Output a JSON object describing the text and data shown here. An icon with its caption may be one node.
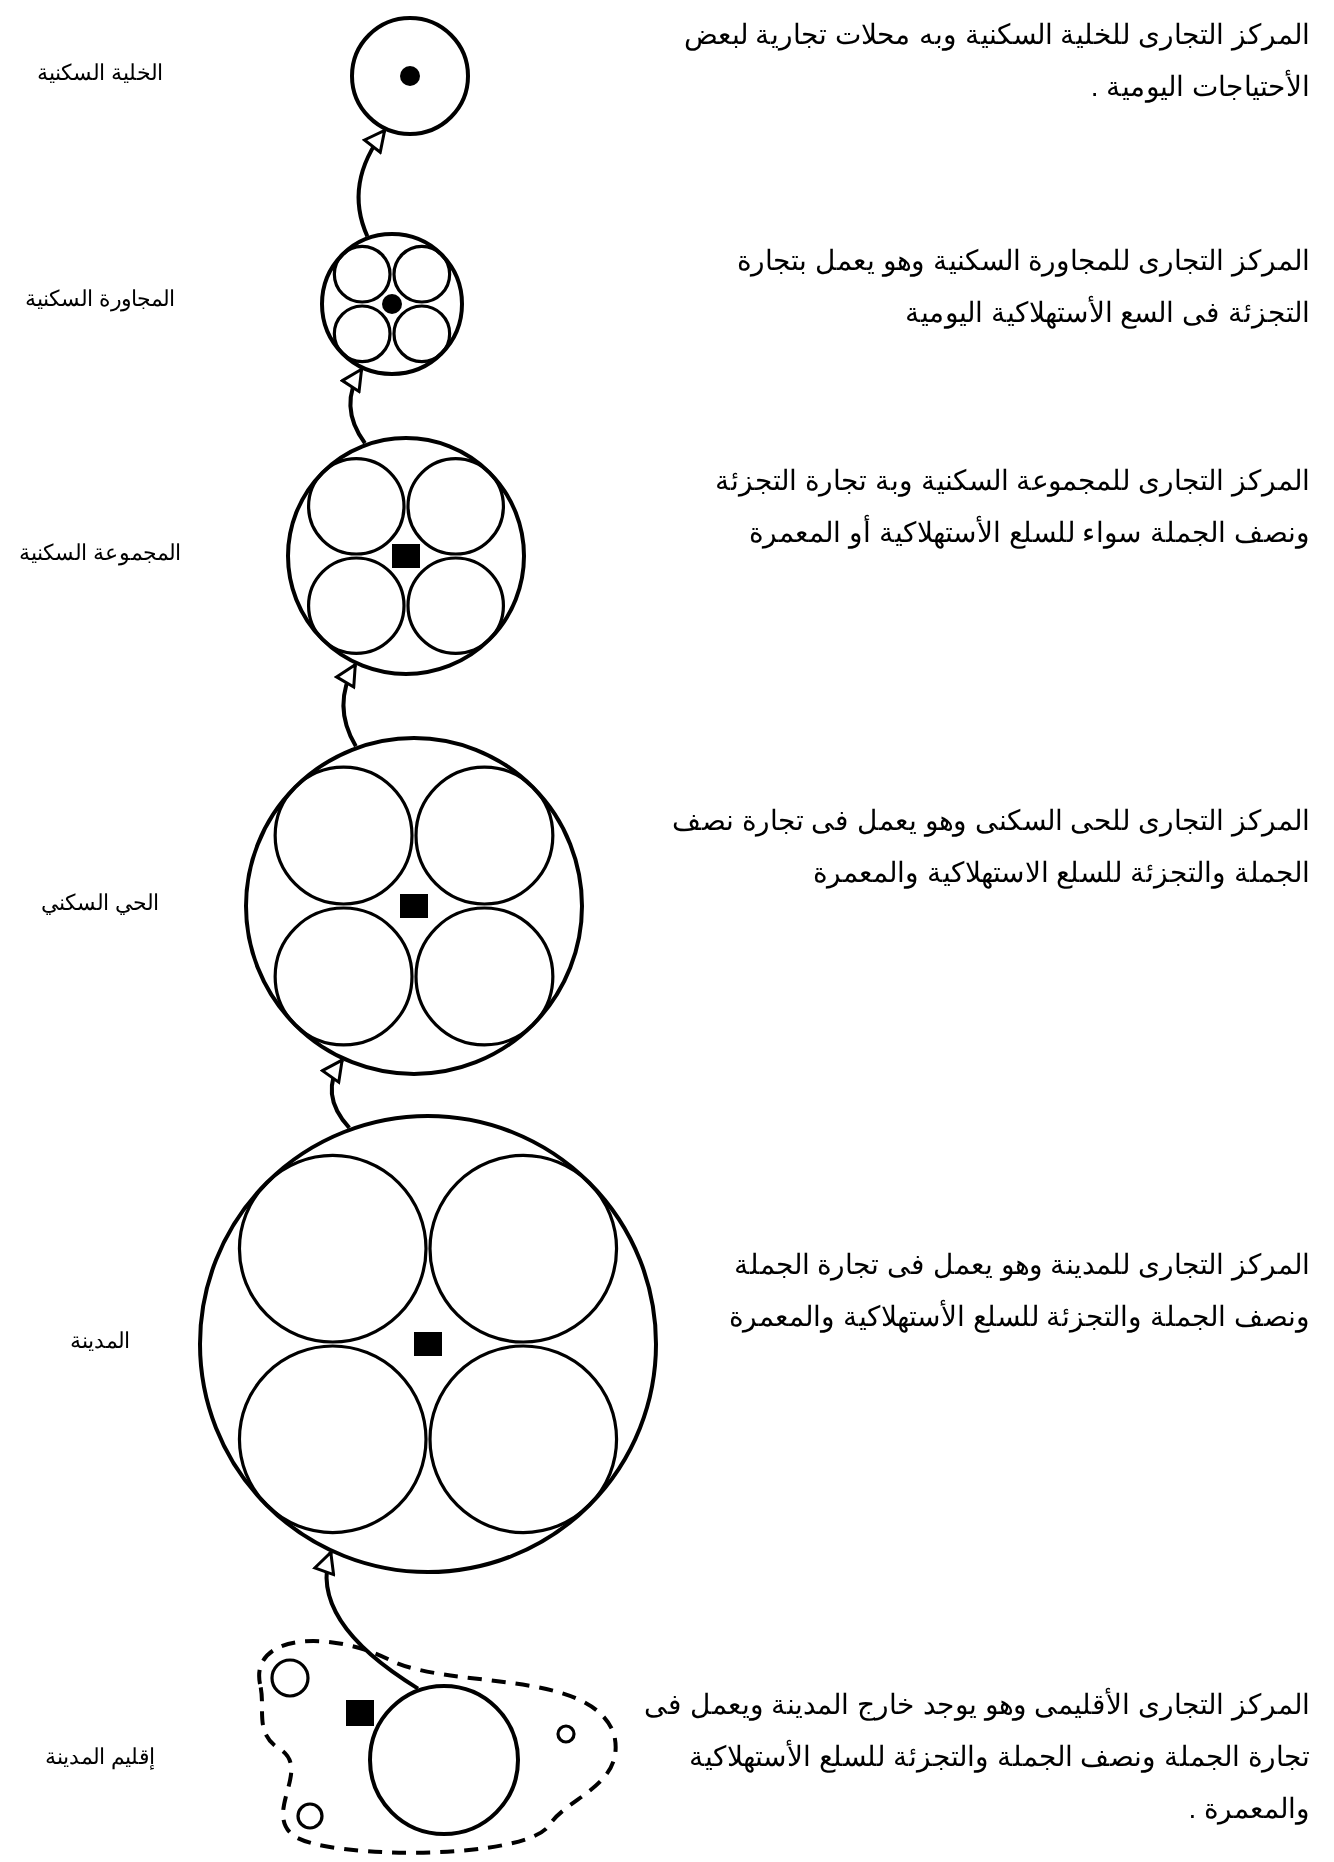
{
  "diagram": {
    "nodes": [
      {
        "text": [],
        "shape": "circle"
      },
      {
        "text": [],
        "shape": "circle"
      },
      {
        "text": [],
        "shape": "circle"
      },
      {
        "text": [],
        "shape": "circle"
      },
      {
        "text": [],
        "shape": "circle"
      },
      {
        "text": [],
        "shape": "cloud"
      },
      {
        "text": [],
        "shape": "circle",
        "in": 5
      }
    ],
    "edges": [
      {
        "from": 1,
        "to": 0,
        "arrow": "to"
      },
      {
        "from": 2,
        "to": 1,
        "arrow": "to"
      },
      {
        "from": 3,
        "to": 2,
        "arrow": "to"
      },
      {
        "from": 4,
        "to": 3,
        "arrow": "to"
      },
      {
        "from": 6,
        "to": 4,
        "arrow": "to"
      }
    ],
    "labels": [
      "المركز التجارى للخلية السكنية وبه محلات تجارية لبعض الأحتياجات اليومية .",
      "الخلية السكنية",
      "المركز التجارى للمجاورة السكنية وهو يعمل بتجارة التجزئة فى السع الأستهلاكية اليومية",
      "المجاورة السكنية",
      "المركز التجارى للمجموعة السكنية وبة تجارة التجزئة ونصف الجملة سواء للسلع الأستهلاكية أو المعمرة",
      "المجموعة السكنية",
      "المركز التجارى للحى السكنى وهو يعمل فى تجارة نصف الجملة والتجزئة للسلع الاستهلاكية والمعمرة",
      "الحي السكني",
      "المركز التجارى للمدينة وهو يعمل فى تجارة الجملة ونصف الجملة والتجزئة للسلع الأستهلاكية والمعمرة",
      "المدينة",
      "المركز التجارى الأقليمى وهو يوجد خارج المدينة ويعمل فى تجارة الجملة ونصف الجملة والتجزئة للسلع الأستهلاكية والمعمرة .",
      "إقليم المدينة"
    ]
  }
}
